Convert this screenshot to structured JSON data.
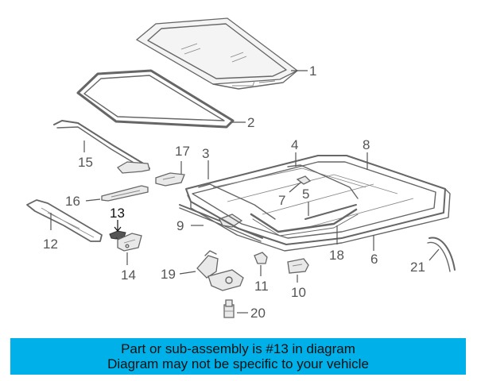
{
  "diagram": {
    "callouts": {
      "p1": "1",
      "p2": "2",
      "p3": "3",
      "p4": "4",
      "p5": "5",
      "p6": "6",
      "p7": "7",
      "p8": "8",
      "p9": "9",
      "p10": "10",
      "p11": "11",
      "p12": "12",
      "p13": "13",
      "p14": "14",
      "p15": "15",
      "p16": "16",
      "p17": "17",
      "p18": "18",
      "p19": "19",
      "p20": "20",
      "p21": "21"
    },
    "highlighted_part": "13"
  },
  "banner": {
    "line1": "Part or sub-assembly is #13 in diagram",
    "line2": "Diagram may not be specific to your vehicle",
    "background": "#00b0e8"
  }
}
